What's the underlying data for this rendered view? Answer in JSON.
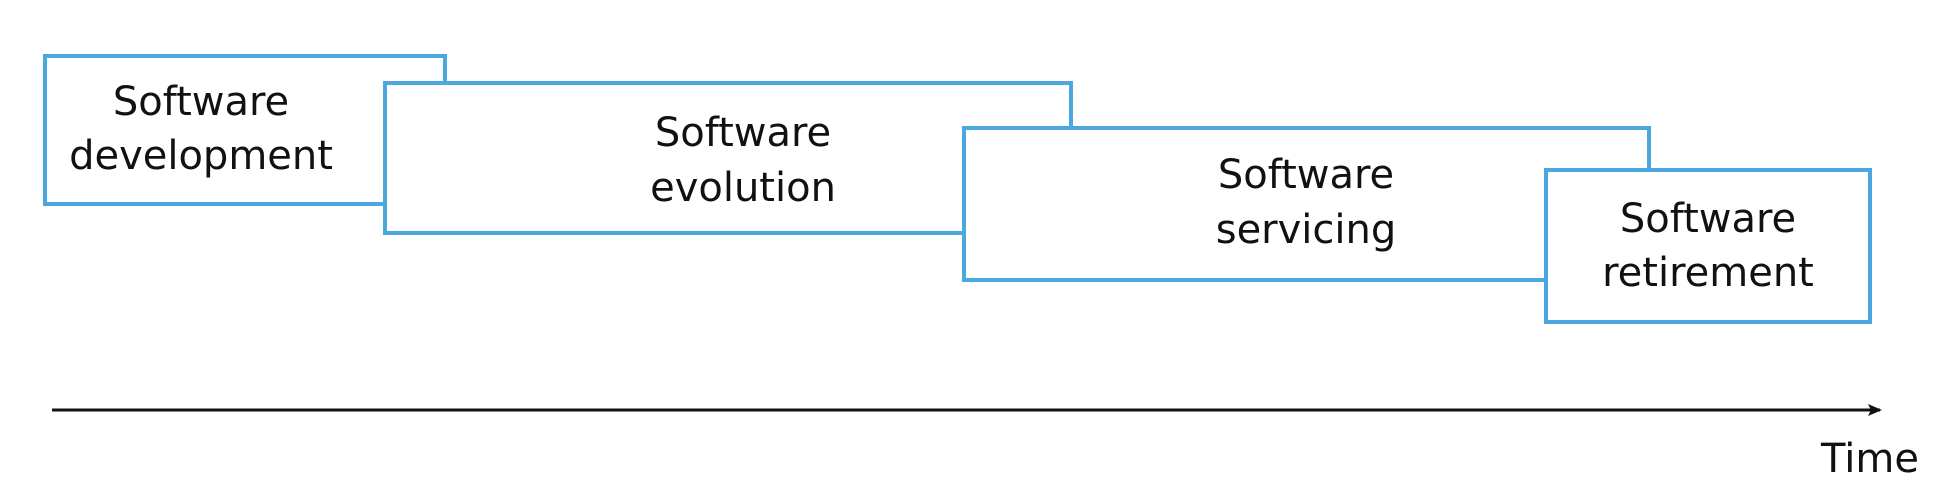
{
  "colors": {
    "box_stroke": "#4aa8df",
    "box_fill": "#ffffff",
    "axis": "#111111",
    "text": "#111111"
  },
  "stages": [
    {
      "line1": "Software",
      "line2": "development"
    },
    {
      "line1": "Software",
      "line2": "evolution"
    },
    {
      "line1": "Software",
      "line2": "servicing"
    },
    {
      "line1": "Software",
      "line2": "retirement"
    }
  ],
  "axis": {
    "label": "Time"
  }
}
